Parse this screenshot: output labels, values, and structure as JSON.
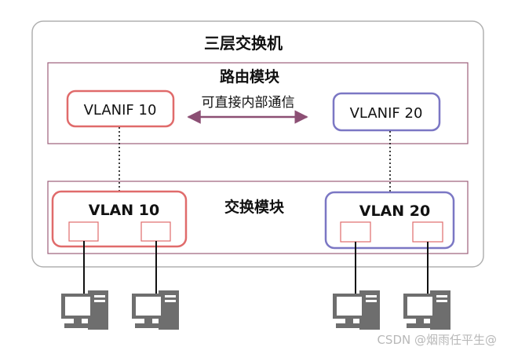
{
  "switch": {
    "title": "三层交换机"
  },
  "routing_module": {
    "title": "路由模块",
    "vlanif_left": "VLANIF 10",
    "vlanif_right": "VLANIF 20",
    "link_label": "可直接内部通信"
  },
  "switching_module": {
    "title": "交换模块",
    "vlan_left": "VLAN 10",
    "vlan_right": "VLAN 20"
  },
  "watermark": "CSDN @烟雨任平生@",
  "colors": {
    "vlan10": "#e06b6b",
    "vlan20": "#7b77c4",
    "module_border": "#9c5f7a",
    "arrow": "#8c4f74",
    "outer_border": "#b0b0b0"
  }
}
